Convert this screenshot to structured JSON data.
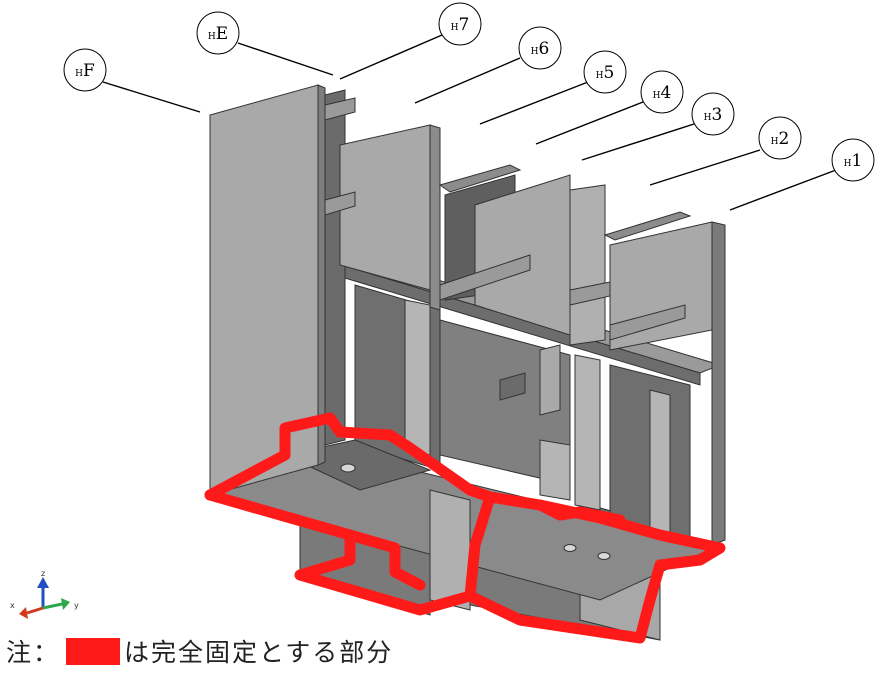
{
  "callouts": [
    {
      "sub": "H",
      "main": "F"
    },
    {
      "sub": "H",
      "main": "E"
    },
    {
      "sub": "H",
      "main": "7"
    },
    {
      "sub": "H",
      "main": "6"
    },
    {
      "sub": "H",
      "main": "5"
    },
    {
      "sub": "H",
      "main": "4"
    },
    {
      "sub": "H",
      "main": "3"
    },
    {
      "sub": "H",
      "main": "2"
    },
    {
      "sub": "H",
      "main": "1"
    }
  ],
  "axes": {
    "z": "z",
    "x": "x",
    "y": "y"
  },
  "note": {
    "prefix": "注：",
    "text": "は完全固定とする部分"
  },
  "colors": {
    "fixed": "#ff1a1a",
    "face_light": "#a9a9a9",
    "face_mid": "#8a8a8a",
    "face_dark": "#5f5f5f"
  }
}
